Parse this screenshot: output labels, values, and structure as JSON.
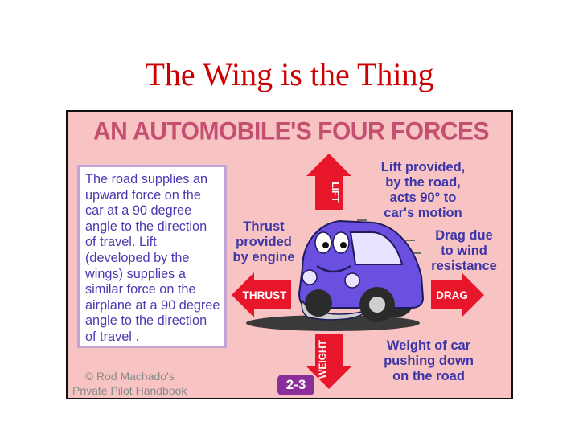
{
  "slide": {
    "title": "The Wing is the Thing"
  },
  "figure": {
    "heading": "AN AUTOMOBILE'S FOUR FORCES",
    "info_text": "The road supplies an upward force on the car at a 90 degree angle to the direction of travel. Lift (developed by the wings) supplies a similar force on the airplane at a 90 degree angle to the direction of travel .",
    "arrows": {
      "lift": "LIFT",
      "thrust": "THRUST",
      "drag": "DRAG",
      "weight": "WEIGHT"
    },
    "labels": {
      "lift_line1": "Lift provided,",
      "lift_line2": "by the road,",
      "lift_line3": "acts 90° to",
      "lift_line4": "car's motion",
      "thrust_line1": "Thrust",
      "thrust_line2": "provided",
      "thrust_line3": "by engine",
      "drag_line1": "Drag due",
      "drag_line2": "to wind",
      "drag_line3": "resistance",
      "weight_line1": "Weight of car",
      "weight_line2": "pushing down",
      "weight_line3": "on the road"
    },
    "credit_line1": "© Rod Machado's",
    "credit_line2": "Private Pilot Handbook",
    "badge": "2-3",
    "colors": {
      "arrow_red": "#e8162a",
      "car_purple": "#6b4fe0",
      "text_blue": "#3d36a8",
      "background_pink": "#f7c3c3"
    }
  }
}
